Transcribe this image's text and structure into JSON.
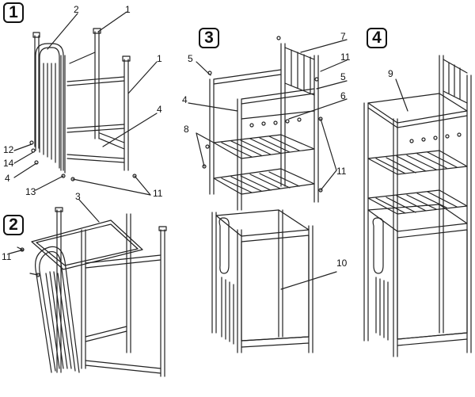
{
  "steps": [
    {
      "number": "1"
    },
    {
      "number": "2"
    },
    {
      "number": "3"
    },
    {
      "number": "4"
    }
  ],
  "callouts": {
    "s1": [
      "2",
      "1",
      "1",
      "4",
      "12",
      "14",
      "4",
      "13",
      "11"
    ],
    "s2": [
      "3",
      "11"
    ],
    "s3": [
      "7",
      "11",
      "5",
      "5",
      "4",
      "6",
      "8",
      "11",
      "10"
    ],
    "s4": [
      "9"
    ]
  }
}
